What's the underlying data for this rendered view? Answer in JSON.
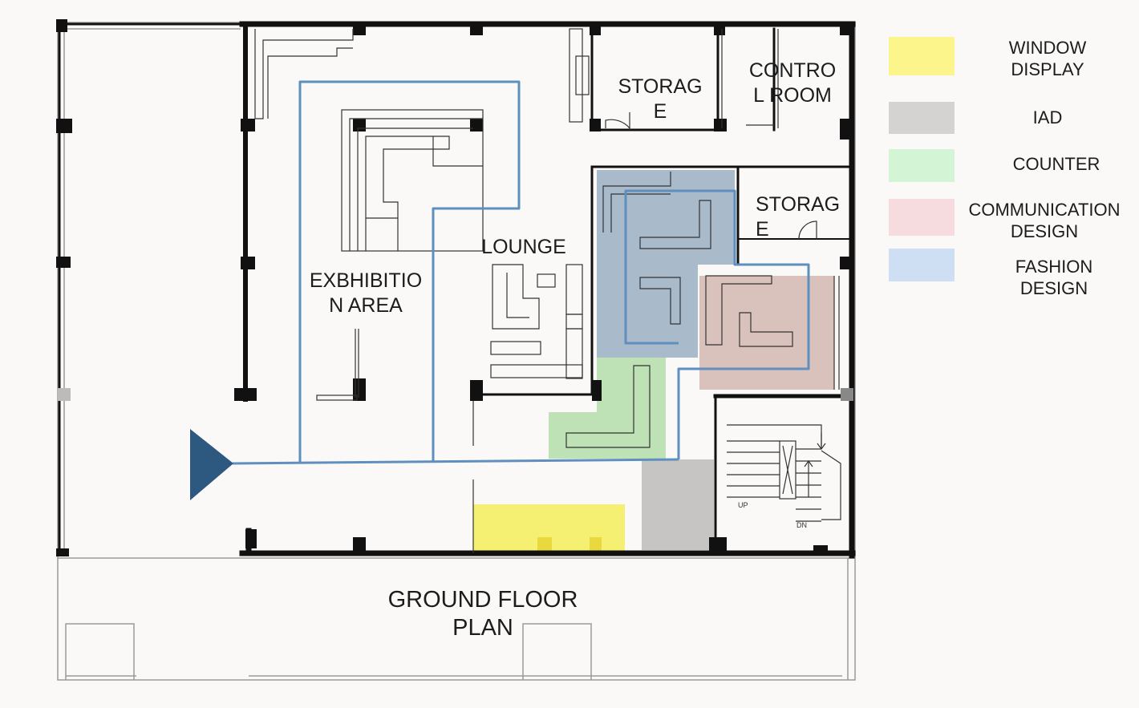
{
  "title": {
    "line1": "GROUND FLOOR",
    "line2": "PLAN"
  },
  "rooms": {
    "storage_top": {
      "line1": "STORAG",
      "line2": "E"
    },
    "control_room": {
      "line1": "CONTRO",
      "line2": "L ROOM"
    },
    "storage_right": {
      "line1": "STORAG",
      "line2": "E"
    },
    "lounge": {
      "line1": "LOUNGE"
    },
    "exhibition": {
      "line1": "EXBHIBITIO",
      "line2": "N AREA"
    }
  },
  "stair": {
    "up": "UP",
    "down": "DN"
  },
  "legend": [
    {
      "line1": "WINDOW",
      "line2": "DISPLAY",
      "color": "#fbf58c"
    },
    {
      "line1": "IAD",
      "line2": "",
      "color": "#d5d3d2"
    },
    {
      "line1": "COUNTER",
      "line2": "",
      "color": "#d3f5d5"
    },
    {
      "line1": "COMMUNICATION",
      "line2": "DESIGN",
      "color": "#f6dcdf"
    },
    {
      "line1": "FASHION",
      "line2": "DESIGN",
      "color": "#cfdff3"
    }
  ],
  "zone_colors": {
    "window_display": "#f5ee5a",
    "iad": "#bdbcbb",
    "counter": "#a9d9a0",
    "communication_design": "#caa7a0",
    "fashion_design": "#9eb1c6",
    "path": "#5f8fbe",
    "entry_arrow": "#2d5880"
  }
}
